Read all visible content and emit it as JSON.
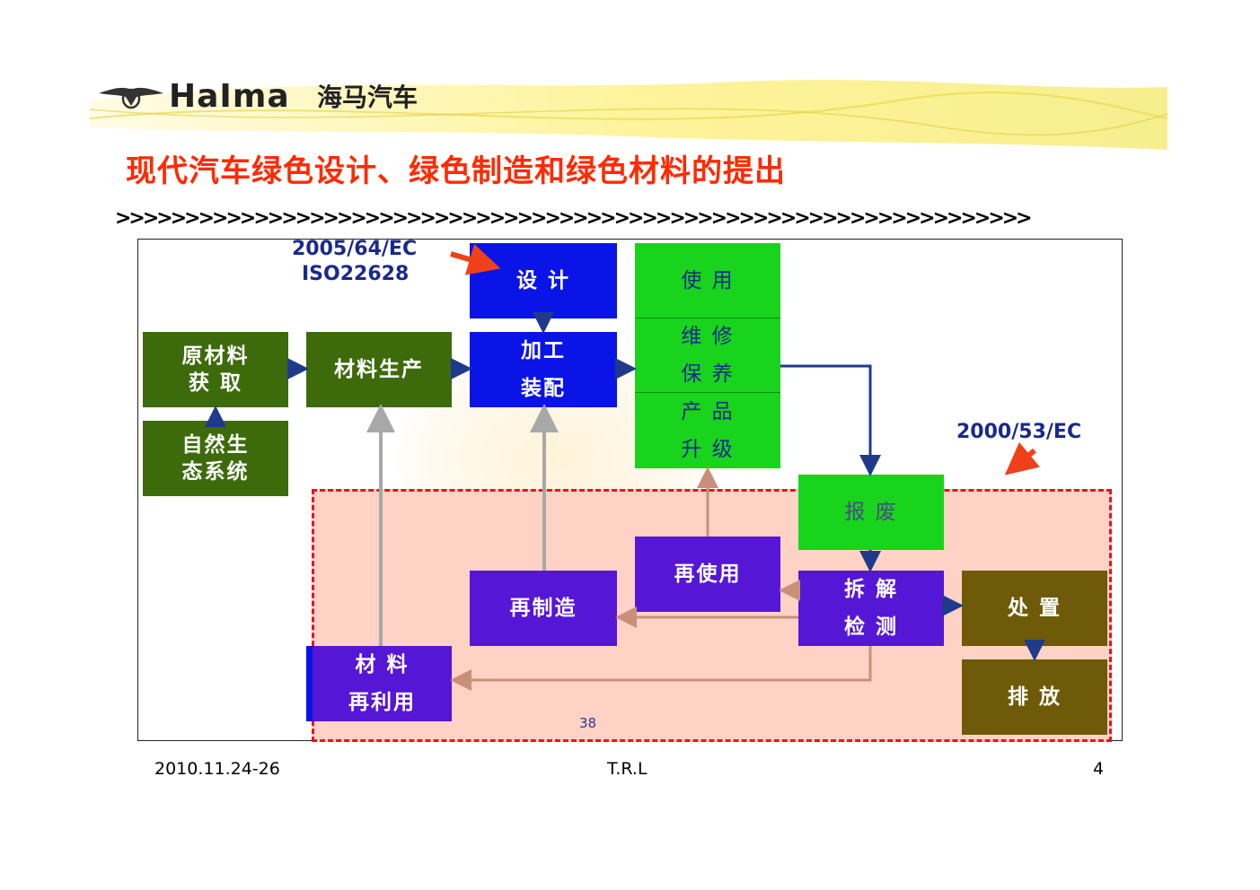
{
  "header": {
    "brand": "HaIma",
    "brand_cn": "海马汽车",
    "title": "现代汽车绿色设计、绿色制造和绿色材料的提出",
    "chevrons": ">>>>>>>>>>>>>>>>>>>>>>>>>>>>>>>>>>>>>>>>>>>>>>>>>>>>>>>>>>>>>>>>>>"
  },
  "diagram": {
    "reg_top_line1": "2005/64/EC",
    "reg_top_line2": "ISO22628",
    "reg_right": "2000/53/EC",
    "raw_material": {
      "line1": "原材料",
      "line2": "获  取"
    },
    "natural": {
      "line1": "自然生",
      "line2": "态系统"
    },
    "material_production": "材料生产",
    "design": "设  计",
    "processing": {
      "line1": "加工",
      "line2": "装配"
    },
    "use": "使  用",
    "maintenance": {
      "line1": "维  修",
      "line2": "保  养"
    },
    "upgrade": {
      "line1": "产  品",
      "line2": "升  级"
    },
    "scrap": "报  废",
    "disassembly": {
      "line1": "拆  解",
      "line2": "检  测"
    },
    "disposal": "处  置",
    "discharge": "排  放",
    "reuse": "再使用",
    "remanufacture": "再制造",
    "material_recycle": {
      "line1": "材  料",
      "line2": "再利用"
    },
    "inner_page": "38"
  },
  "footer": {
    "date": "2010.11.24-26",
    "center": "T.R.L",
    "page": "4"
  },
  "colors": {
    "title": "#ff2a00",
    "olive": "#3d6b0c",
    "blue": "#0a14e6",
    "violet": "#5616d6",
    "green": "#18d41c",
    "brown": "#6e5a08",
    "pink_zone": "#ffd2c6",
    "dash": "#e8141c"
  }
}
